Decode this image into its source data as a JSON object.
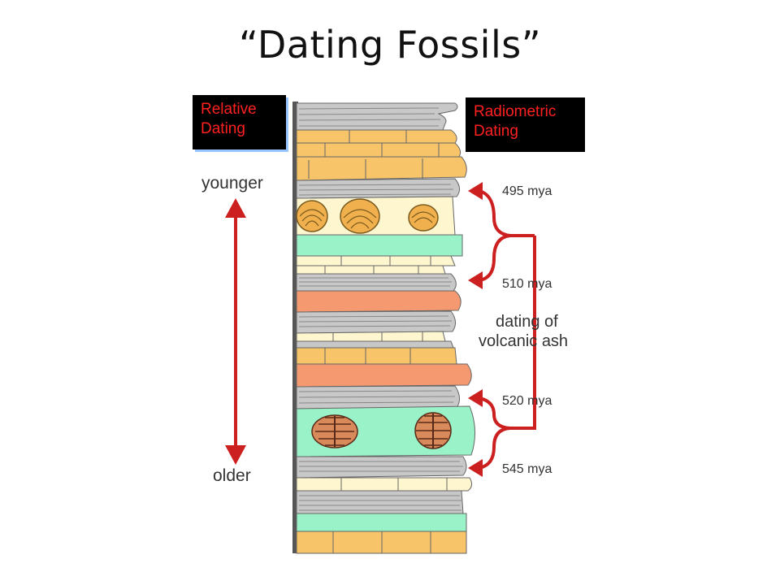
{
  "title": "“Dating Fossils”",
  "labels": {
    "relative_dating": [
      "Relative",
      "Dating"
    ],
    "radiometric_dating": [
      "Radiometric",
      "Dating"
    ],
    "younger": "younger",
    "older": "older",
    "ash_note": [
      "dating of",
      "volcanic ash"
    ]
  },
  "dates": [
    "495 mya",
    "510 mya",
    "520 mya",
    "545 mya"
  ],
  "colors": {
    "arrow_red": "#cc1f1f",
    "sandstone": "#f7c46a",
    "ash": "#f59a70",
    "green_layer": "#99f2c8",
    "shale": "#c8c8c8",
    "cream": "#fdf6cf",
    "label_bg": "#000000",
    "label_text": "#ff2020"
  },
  "icons": [
    "clam-shell-fossil-icon",
    "trilobite-fossil-icon"
  ]
}
